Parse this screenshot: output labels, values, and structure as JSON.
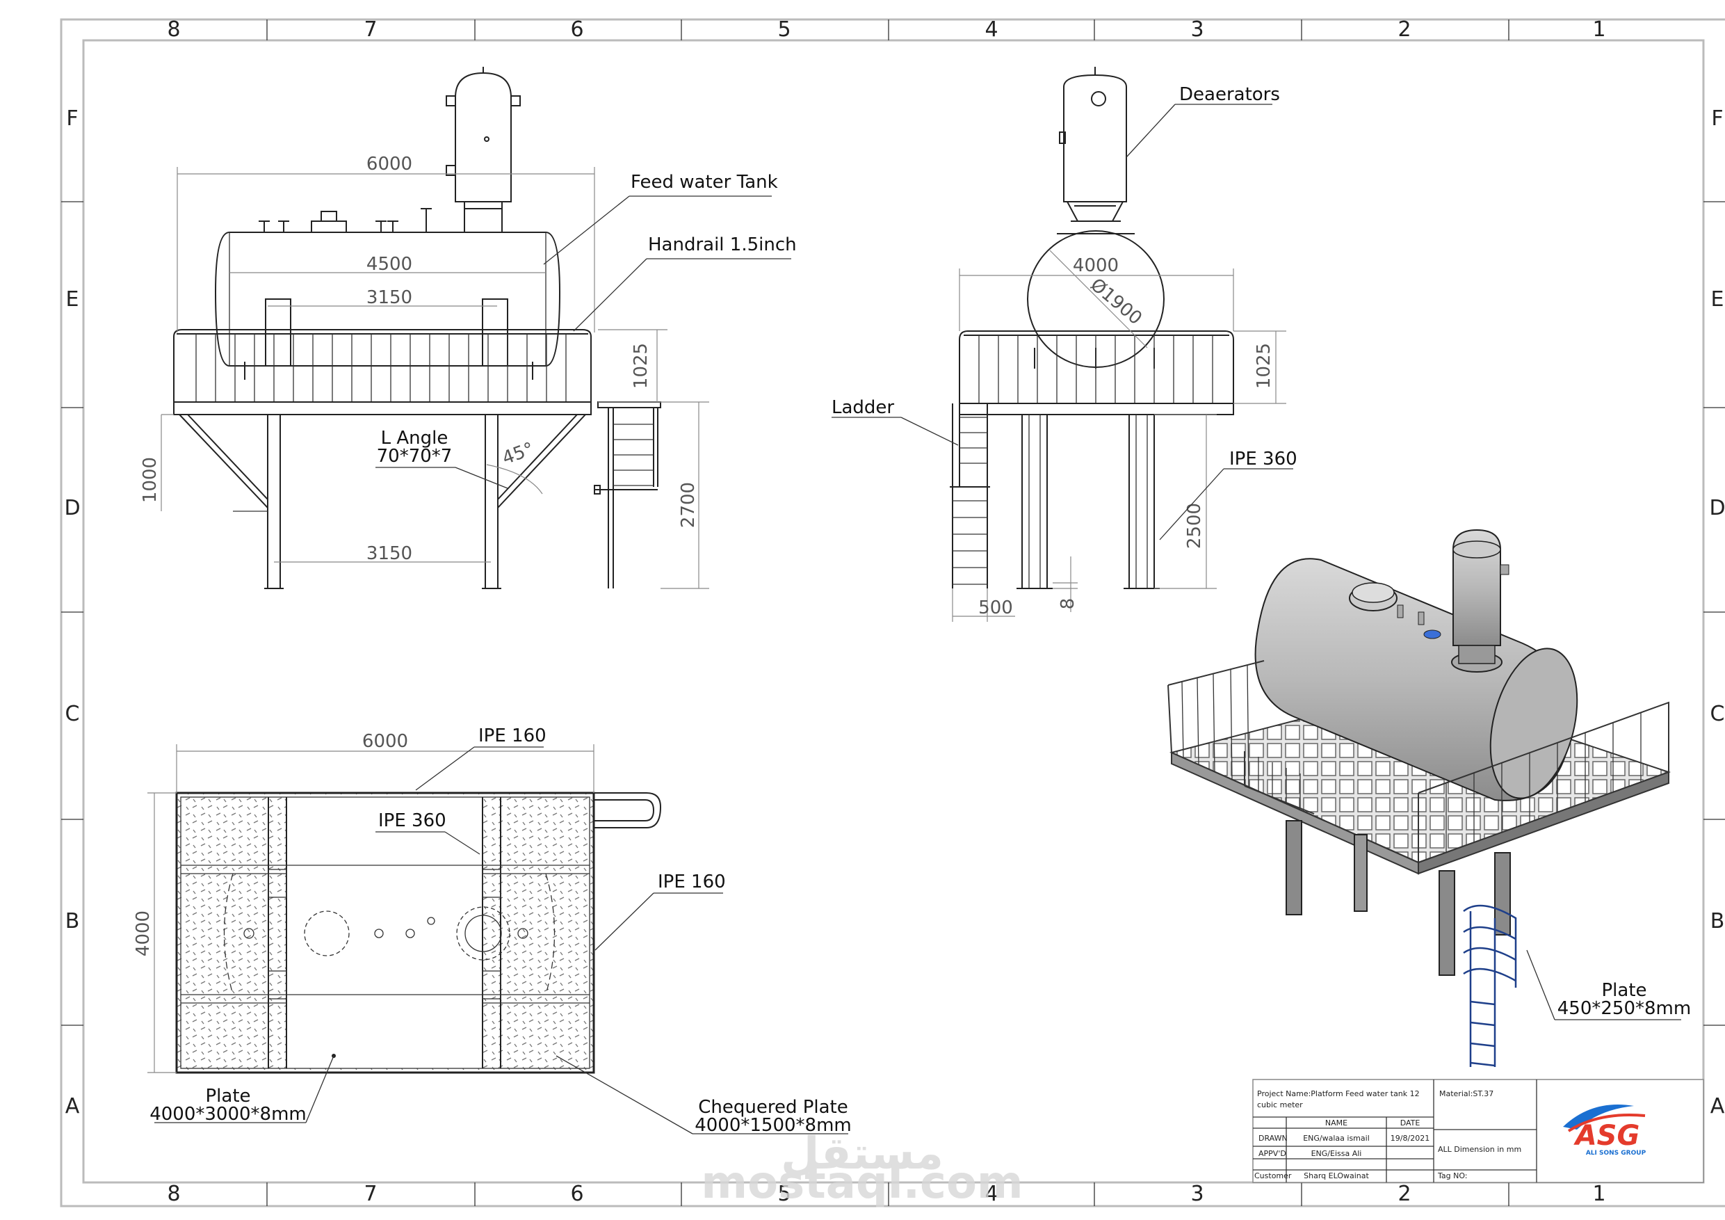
{
  "border": {
    "columns": [
      "8",
      "7",
      "6",
      "5",
      "4",
      "3",
      "2",
      "1"
    ],
    "rows": [
      "F",
      "E",
      "D",
      "C",
      "B",
      "A"
    ]
  },
  "front_view": {
    "dim_overall": "6000",
    "dim_tank": "4500",
    "dim_saddles": "3150",
    "dim_legs": "3150",
    "dim_rail": "1025",
    "dim_brace": "1000",
    "dim_height": "2700",
    "angle": "45°",
    "label_feed_tank": "Feed water Tank",
    "label_handrail": "Handrail 1.5inch",
    "label_angle_1": "L Angle",
    "label_angle_2": "70*70*7"
  },
  "side_view": {
    "label_deaerators": "Deaerators",
    "label_ladder": "Ladder",
    "label_ipe": "IPE 360",
    "dim_width": "4000",
    "dim_diameter": "Ø1900",
    "dim_rail": "1025",
    "dim_leg": "2500",
    "dim_ladder": "500",
    "dim_plate": "8"
  },
  "top_view": {
    "dim_length": "6000",
    "dim_width": "4000",
    "label_ipe160_top": "IPE 160",
    "label_ipe360": "IPE 360",
    "label_ipe160_right": "IPE 160",
    "label_plate_1": "Plate",
    "label_plate_2": "4000*3000*8mm",
    "label_chequered_1": "Chequered Plate",
    "label_chequered_2": "4000*1500*8mm"
  },
  "iso_view": {
    "label_plate_1": "Plate",
    "label_plate_2": "450*250*8mm"
  },
  "title_block": {
    "project_1": "Project Name:Platform Feed water tank 12",
    "project_2": "cubic meter",
    "material": "Material:ST.37",
    "hdr_name": "NAME",
    "hdr_date": "DATE",
    "drawn_label": "DRAWN",
    "drawn_name": "ENG/walaa ismail",
    "drawn_date": "19/8/2021",
    "appvd_label": "APPV'D",
    "appvd_name": "ENG/Eissa Ali",
    "customer_label": "Customer",
    "customer_name": "Sharq ELOwainat",
    "dimension_note": "ALL Dimension in mm",
    "tag": "Tag NO:",
    "logo_text": "ASG",
    "logo_sub": "ALI SONS GROUP"
  },
  "watermark": {
    "arabic": "مستقل",
    "latin": "mostaql.com"
  }
}
